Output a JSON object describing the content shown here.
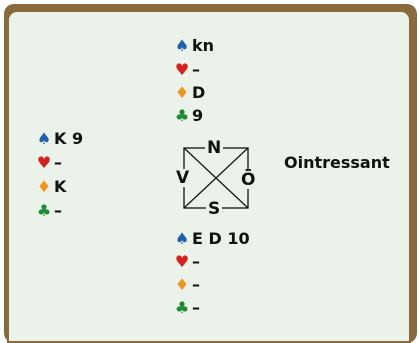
{
  "north": {
    "spades": "kn",
    "hearts": "–",
    "diamonds": "D",
    "clubs": "9"
  },
  "west": {
    "spades": "K 9",
    "hearts": "–",
    "diamonds": "K",
    "clubs": "–"
  },
  "south": {
    "spades": "E D 10",
    "hearts": "–",
    "diamonds": "–",
    "clubs": "–"
  },
  "compass": {
    "n": "N",
    "s": "S",
    "w": "V",
    "e": "Ö"
  },
  "east_note": "Ointressant",
  "suit_glyphs": {
    "spade": "♠",
    "heart": "♥",
    "diamond": "♦",
    "club": "♣"
  },
  "colors": {
    "spade": "#1f5fae",
    "heart": "#d42020",
    "diamond": "#f0961e",
    "club": "#1f8a35",
    "border": "#8a6a3c",
    "background": "#eaf2ea"
  }
}
